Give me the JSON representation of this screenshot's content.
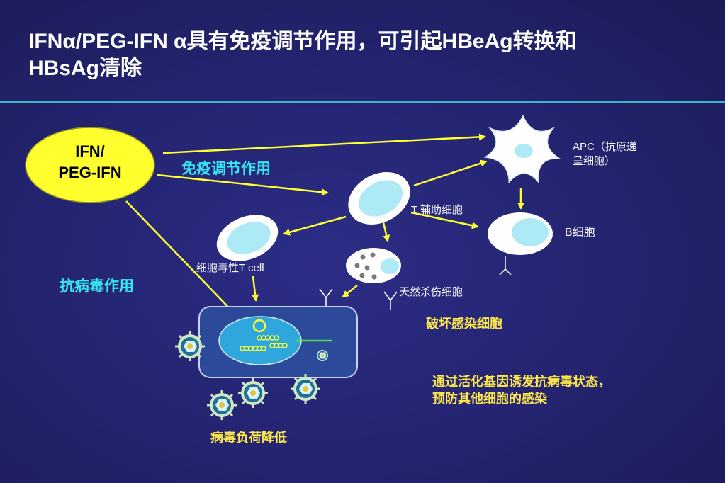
{
  "title": {
    "line1": "IFNα/PEG-IFN α具有免疫调节作用，可引起HBeAg转换和",
    "line2": "HBsAg清除"
  },
  "ifn": {
    "line1": "IFN/",
    "line2": "PEG-IFN"
  },
  "labels": {
    "immune_regulation": "免疫调节作用",
    "antiviral": "抗病毒作用",
    "apc_line1": "APC（抗原递",
    "apc_line2": "呈细胞）",
    "t_helper": "T 辅助细胞",
    "b_cell": "B细胞",
    "cytotoxic_t": "细胞毒性T cell",
    "nk_cell": "天然杀伤细胞",
    "destroy_infected": "破坏感染细胞",
    "activate_genes_line1": "通过活化基因诱发抗病毒状态，",
    "activate_genes_line2": "预防其他细胞的感染",
    "viral_load": "病毒负荷降低"
  },
  "colors": {
    "background": "#23236f",
    "title_text": "#ffffff",
    "rule": "#3fb6c6",
    "ifn_ellipse": "#ffff2e",
    "arrow": "#ffff33",
    "cyan_text": "#35e6f0",
    "yellow_text": "#ffe84a",
    "cell_fill": "#ffffff",
    "nucleus_fill": "#aeeaf5",
    "infected_cell_fill": "#2d4a9a",
    "infected_nucleus_fill": "#2fa7dd"
  },
  "icons": {
    "apc": "star-shaped-dendritic-cell-icon",
    "virus": "virus-particle-icon",
    "antibody": "y-shaped-antibody-icon"
  }
}
